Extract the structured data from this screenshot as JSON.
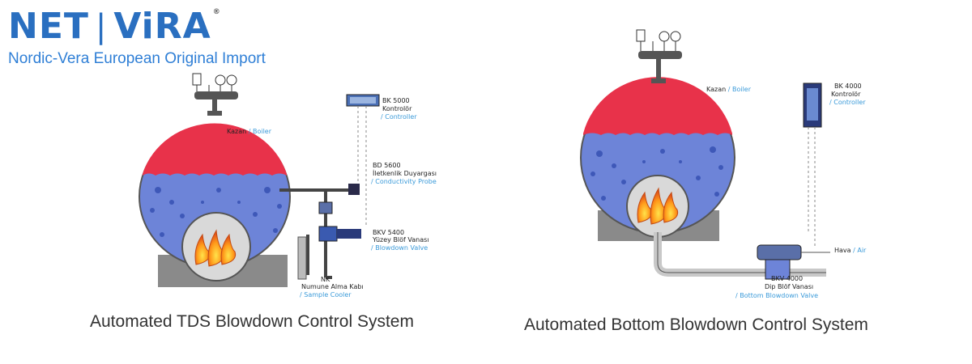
{
  "logo": {
    "part1": "NET",
    "separator": "|",
    "part2": "ViRA",
    "registered": "®"
  },
  "tagline": "Nordic-Vera European Original Import",
  "left_diagram": {
    "caption": "Automated TDS Blowdown Control System",
    "boiler": {
      "tr": "Kazan",
      "en": "/ Boiler"
    },
    "controller": {
      "model": "BK 5000",
      "tr": "Kontrolör",
      "en": "/ Controller"
    },
    "probe": {
      "model": "BD 5600",
      "tr": "İletkenlik Duyargası",
      "en": "/ Conductivity Probe"
    },
    "valve": {
      "model": "BKV 5400",
      "tr": "Yüzey Blöf Vanası",
      "en": "/ Blowdown Valve"
    },
    "cooler": {
      "model": "NK",
      "tr": "Numune Alma Kabı",
      "en": "/ Sample Cooler"
    }
  },
  "right_diagram": {
    "caption": "Automated Bottom Blowdown Control System",
    "boiler": {
      "tr": "Kazan",
      "en": "/ Boiler"
    },
    "controller": {
      "model": "BK 4000",
      "tr": "Kontrolör",
      "en": "/ Controller"
    },
    "air": {
      "tr": "Hava",
      "en": "/ Air"
    },
    "valve": {
      "model": "BKV 4000",
      "tr": "Dip Blöf Vanası",
      "en": "/ Bottom Blowdown Valve"
    }
  },
  "colors": {
    "brand": "#2a6fc0",
    "steam_red": "#e8324a",
    "water_blue": "#6d84d8",
    "label_blue": "#3a9ad9"
  }
}
